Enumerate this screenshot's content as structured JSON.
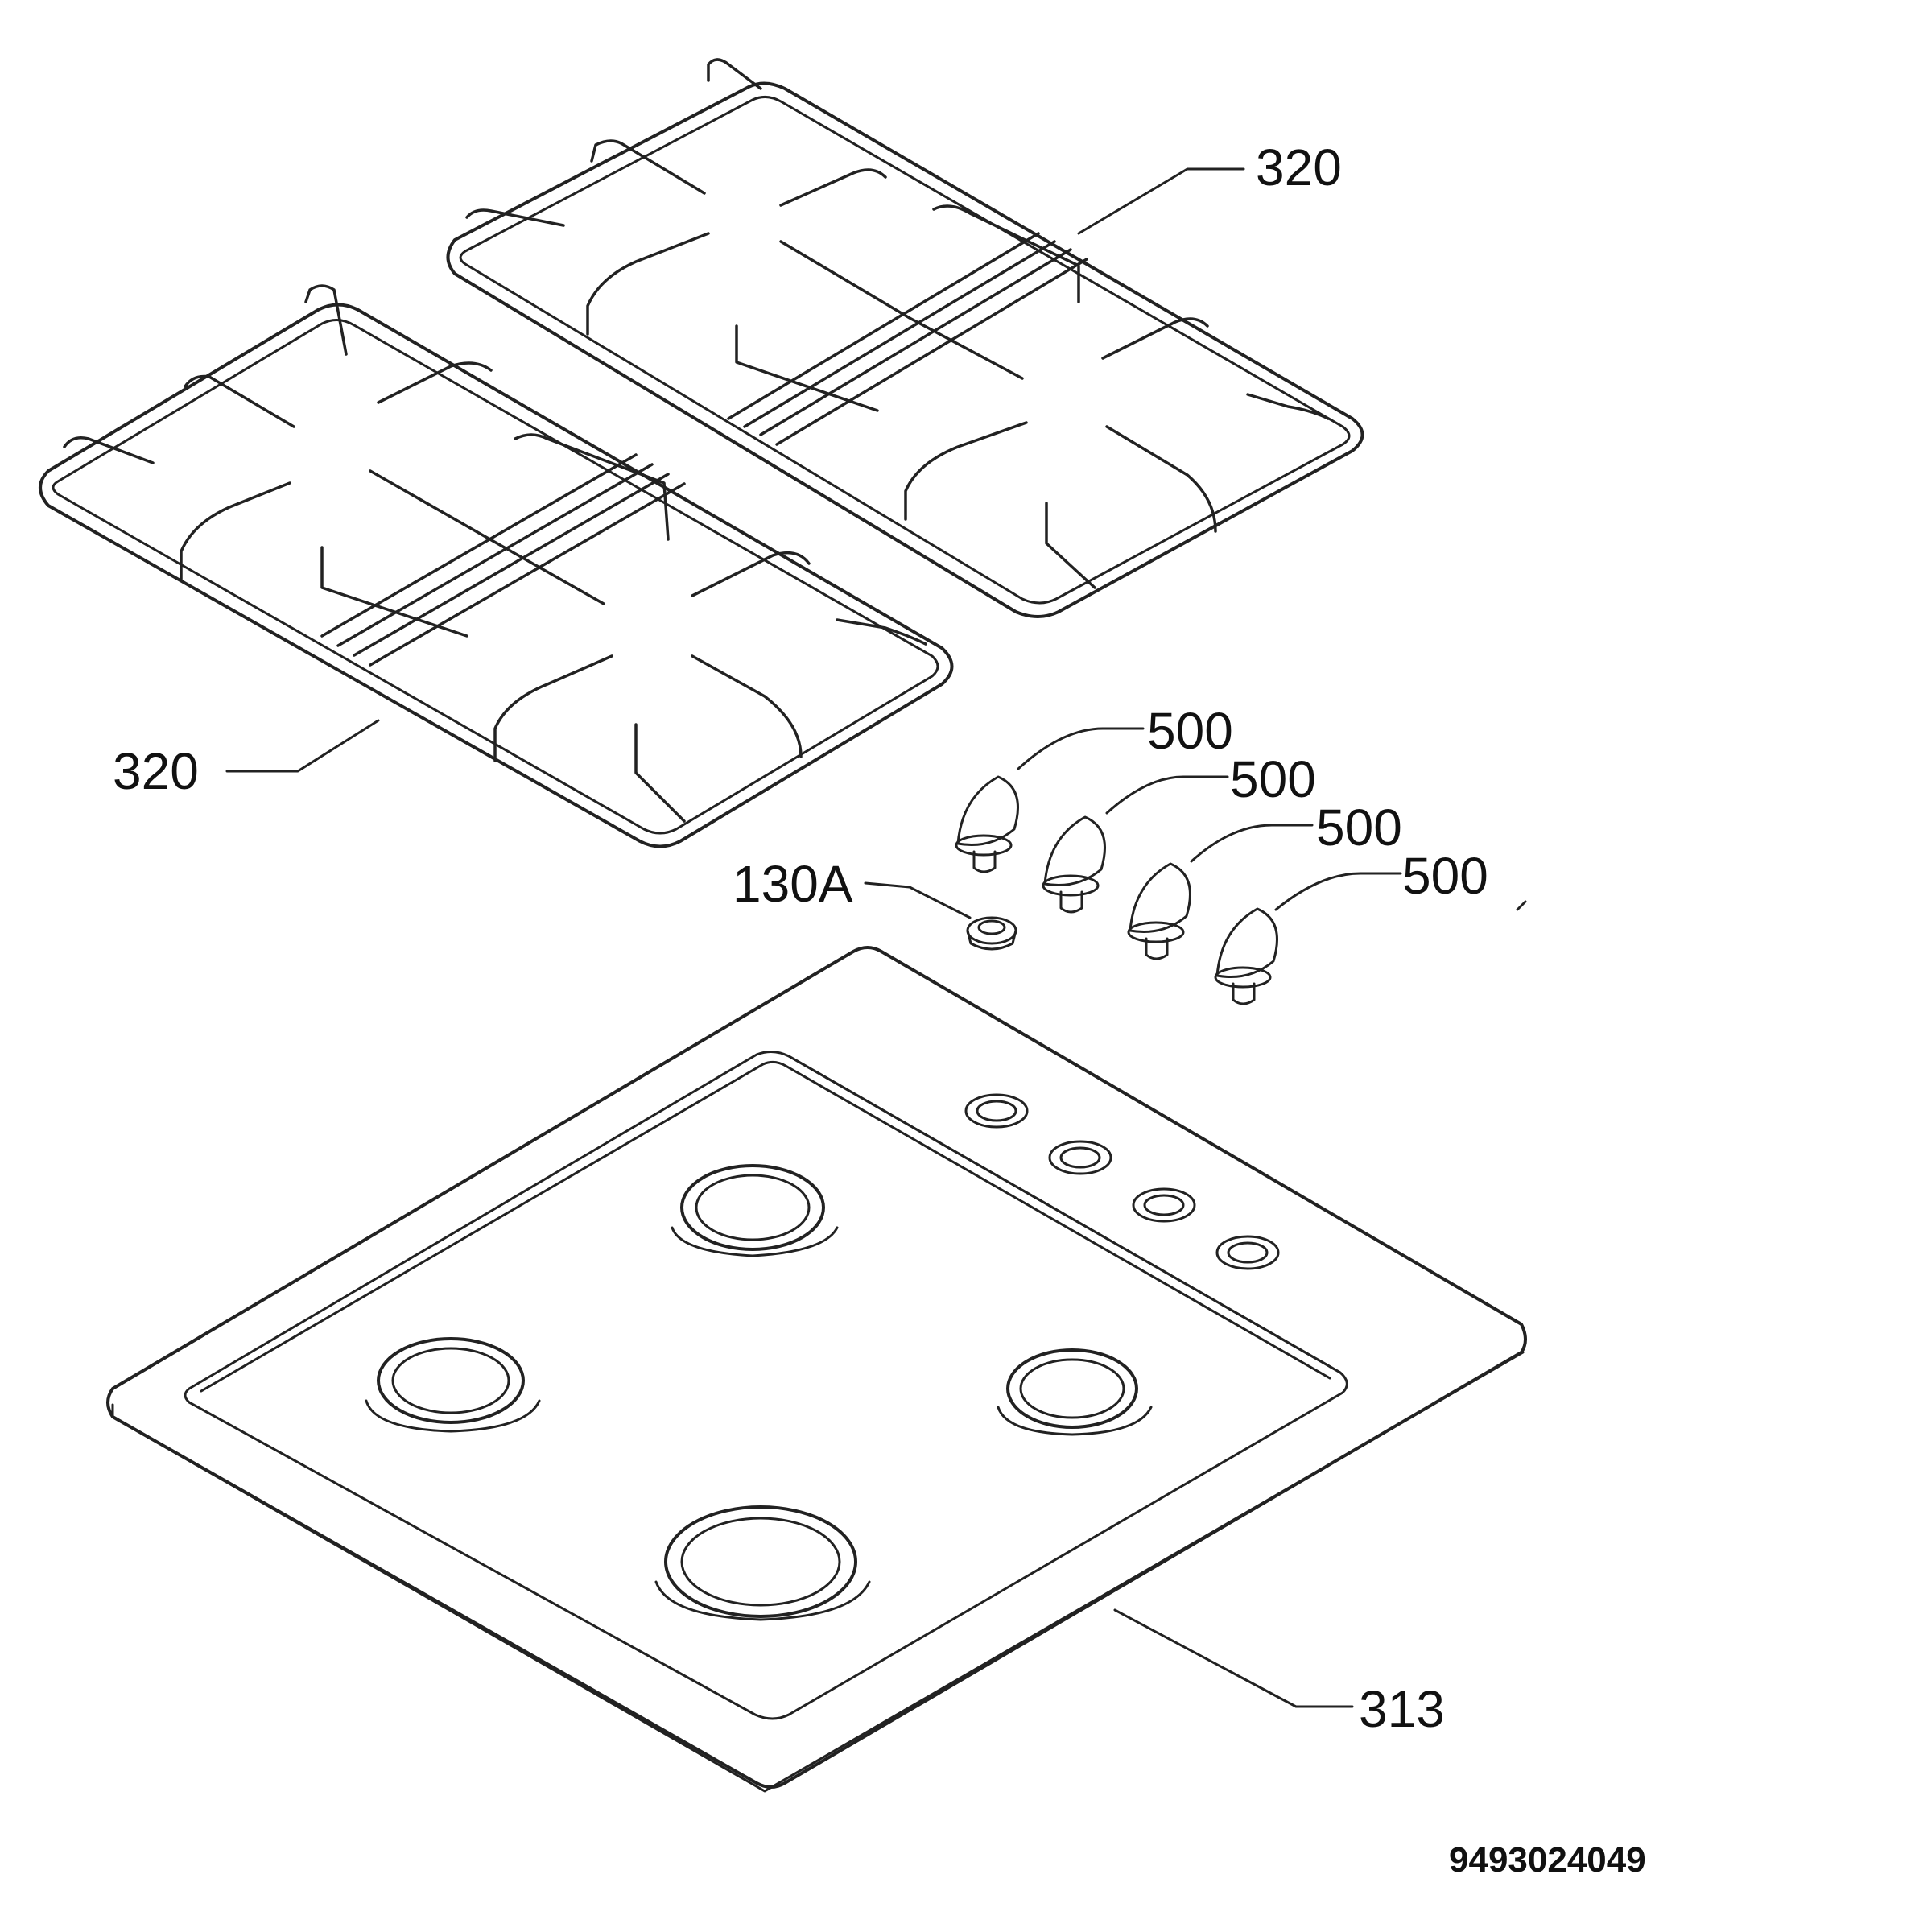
{
  "labels": {
    "grid_top": "320",
    "grid_left": "320",
    "knob_1": "500",
    "knob_2": "500",
    "knob_3": "500",
    "knob_4": "500",
    "knob_cap": "130A",
    "hob_top": "313"
  },
  "drawing_code": "9493024049"
}
